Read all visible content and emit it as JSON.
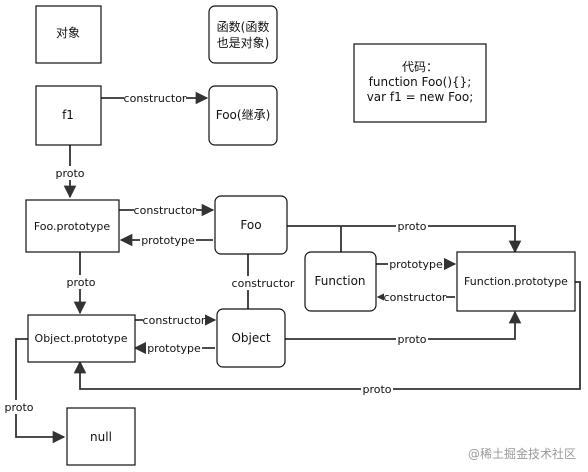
{
  "nodes": {
    "object_legend": "对象",
    "function_legend_line1": "函数(函数",
    "function_legend_line2": "也是对象)",
    "code_line1": "代码：",
    "code_line2": "function Foo(){};",
    "code_line3": "var  f1 = new Foo;",
    "f1": "f1",
    "foo_inherit": "Foo(继承)",
    "foo_prototype": "Foo.prototype",
    "foo": "Foo",
    "function": "Function",
    "function_prototype": "Function.prototype",
    "object_prototype": "Object.prototype",
    "object": "Object",
    "null": "null"
  },
  "edges": {
    "f1_constructor": "constructor",
    "f1_proto": "proto",
    "fooproto_constructor": "constructor",
    "foo_prototype": "prototype",
    "fooproto_proto": "proto",
    "foo_constructor": "constructor",
    "foo_proto": "proto",
    "function_prototype": "prototype",
    "funcproto_constructor": "constructor",
    "objproto_constructor": "constructor",
    "object_prototype": "prototype",
    "object_proto": "proto",
    "funcproto_proto": "proto",
    "objproto_proto": "proto"
  },
  "watermark": "@稀土掘金技术社区"
}
